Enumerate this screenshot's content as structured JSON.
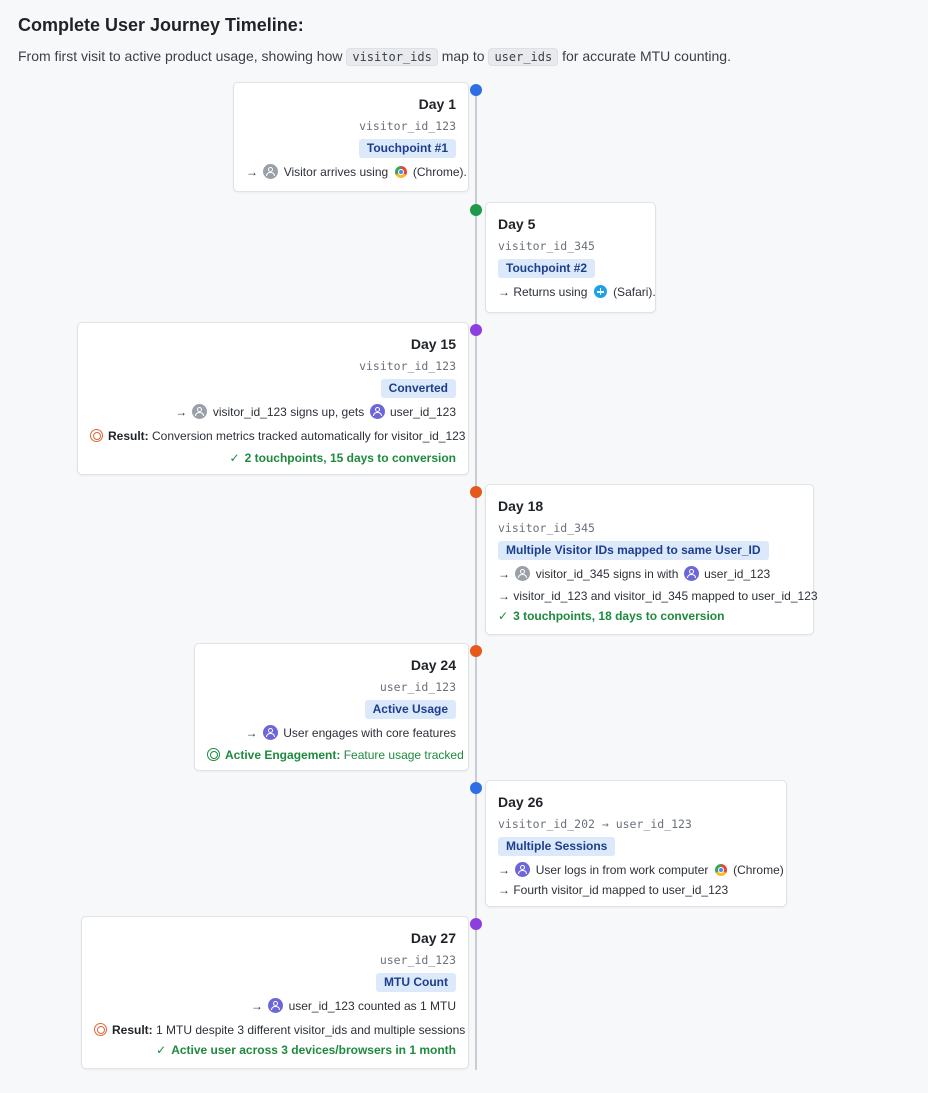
{
  "header": {
    "title": "Complete User Journey Timeline:",
    "intro_prefix": "From first visit to active product usage, showing how",
    "intro_code1": "visitor_ids",
    "intro_mid": "map to",
    "intro_code2": "user_ids",
    "intro_suffix": "for accurate MTU counting."
  },
  "colors": {
    "dot_blue": "#2f6fe4",
    "dot_green": "#1e9a4a",
    "dot_purple": "#8a3fe0",
    "dot_orange": "#e55a1b"
  },
  "events": [
    {
      "day": "Day 1",
      "ids": "visitor_id_123",
      "badge": "Touchpoint #1",
      "line1_pre": "→",
      "line1_text": "Visitor arrives using",
      "line1_post": "(Chrome)."
    },
    {
      "day": "Day 5",
      "ids": "visitor_id_345",
      "badge": "Touchpoint #2",
      "line1_pre": "→ Returns using",
      "line1_post": "(Safari)."
    },
    {
      "day": "Day 15",
      "ids": "visitor_id_123",
      "badge": "Converted",
      "line1_pre": "→",
      "line1_text": "visitor_id_123 signs up, gets",
      "line1_user": "user_id_123",
      "result_label": "Result:",
      "result_text": "Conversion metrics tracked automatically for visitor_id_123",
      "summary": "2 touchpoints, 15 days to conversion"
    },
    {
      "day": "Day 18",
      "ids": "visitor_id_345",
      "badge": "Multiple Visitor IDs mapped to same User_ID",
      "line1_pre": "→",
      "line1_text": "visitor_id_345 signs in with",
      "line1_user": "user_id_123",
      "line2": "→ visitor_id_123 and visitor_id_345 mapped to user_id_123",
      "summary": "3 touchpoints, 18 days to conversion"
    },
    {
      "day": "Day 24",
      "ids": "user_id_123",
      "badge": "Active Usage",
      "line1_pre": "→",
      "line1_text": "User engages with core features",
      "result_label": "Active Engagement:",
      "result_text": "Feature usage tracked"
    },
    {
      "day": "Day 26",
      "ids": "visitor_id_202 → user_id_123",
      "badge": "Multiple Sessions",
      "line1_pre": "→",
      "line1_text": "User logs in from work computer",
      "line1_post": "(Chrome)",
      "line2": "→ Fourth visitor_id mapped to user_id_123"
    },
    {
      "day": "Day 27",
      "ids": "user_id_123",
      "badge": "MTU Count",
      "line1_pre": "→",
      "line1_text": "user_id_123 counted as 1 MTU",
      "result_label": "Result:",
      "result_text": "1 MTU despite 3 different visitor_ids and multiple sessions",
      "summary": "Active user across 3 devices/browsers in 1 month"
    }
  ]
}
